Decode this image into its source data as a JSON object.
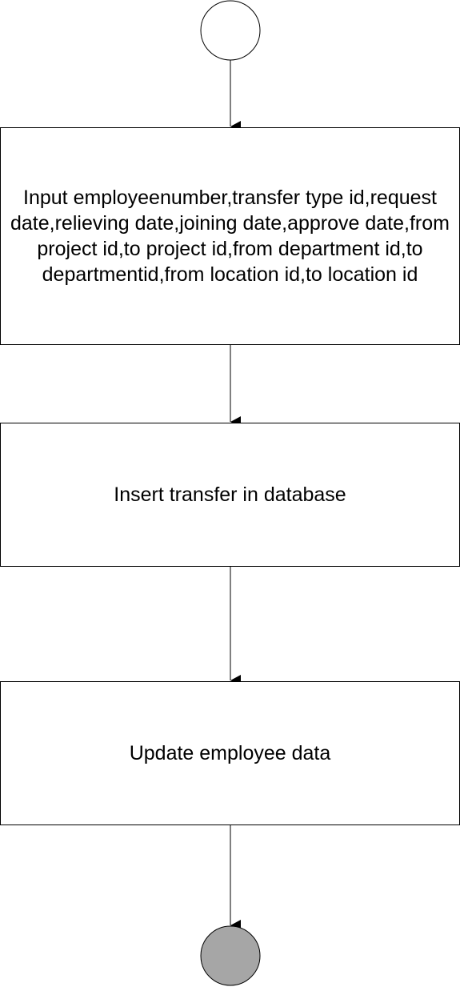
{
  "diagram": {
    "nodes": [
      {
        "id": "start",
        "kind": "initial-node",
        "fill": "#ffffff"
      },
      {
        "id": "input",
        "kind": "action",
        "label": "Input employeenumber,transfer type id,request date,relieving date,joining date,approve date,from project id,to project id,from department id,to departmentid,from location id,to location id"
      },
      {
        "id": "insert",
        "kind": "action",
        "label": "Insert transfer in database"
      },
      {
        "id": "update",
        "kind": "action",
        "label": "Update employee data"
      },
      {
        "id": "end",
        "kind": "final-node",
        "fill": "#a6a6a6"
      }
    ],
    "edges": [
      {
        "from": "start",
        "to": "input"
      },
      {
        "from": "input",
        "to": "insert"
      },
      {
        "from": "insert",
        "to": "update"
      },
      {
        "from": "update",
        "to": "end"
      }
    ],
    "colors": {
      "stroke": "#000000",
      "background": "#ffffff"
    }
  }
}
